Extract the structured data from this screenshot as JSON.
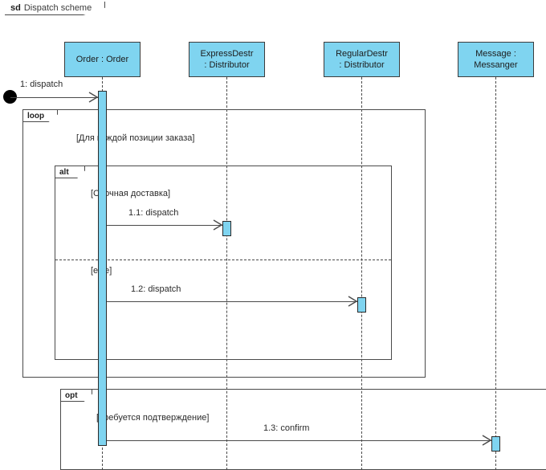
{
  "diagram": {
    "kind_keyword": "sd",
    "title": "Dispatch scheme",
    "colors": {
      "lifeline_fill": "#7FD4F0",
      "line": "#4a4a4a",
      "text": "#2b2b2b",
      "start_node": "#000000"
    }
  },
  "lifelines": [
    {
      "id": "order",
      "line1": "Order : Order",
      "line2": ""
    },
    {
      "id": "expressdestr",
      "line1": "ExpressDestr",
      "line2": ": Distributor"
    },
    {
      "id": "regulardestr",
      "line1": "RegularDestr",
      "line2": ": Distributor"
    },
    {
      "id": "messanger",
      "line1": "Message :",
      "line2": "Messanger"
    }
  ],
  "messages": [
    {
      "id": "m1",
      "label": "1: dispatch",
      "from": "found",
      "to": "order"
    },
    {
      "id": "m11",
      "label": "1.1: dispatch",
      "from": "order",
      "to": "expressdestr"
    },
    {
      "id": "m12",
      "label": "1.2: dispatch",
      "from": "order",
      "to": "regulardestr"
    },
    {
      "id": "m13",
      "label": "1.3: confirm",
      "from": "order",
      "to": "messanger"
    }
  ],
  "fragments": [
    {
      "id": "loop",
      "operator": "loop",
      "guards": [
        "[Для каждой позиции заказа]"
      ]
    },
    {
      "id": "alt",
      "operator": "alt",
      "guards": [
        "[Срочная доставка]",
        "[else]"
      ]
    },
    {
      "id": "opt",
      "operator": "opt",
      "guards": [
        "[Требуется подтверждение]"
      ]
    }
  ]
}
